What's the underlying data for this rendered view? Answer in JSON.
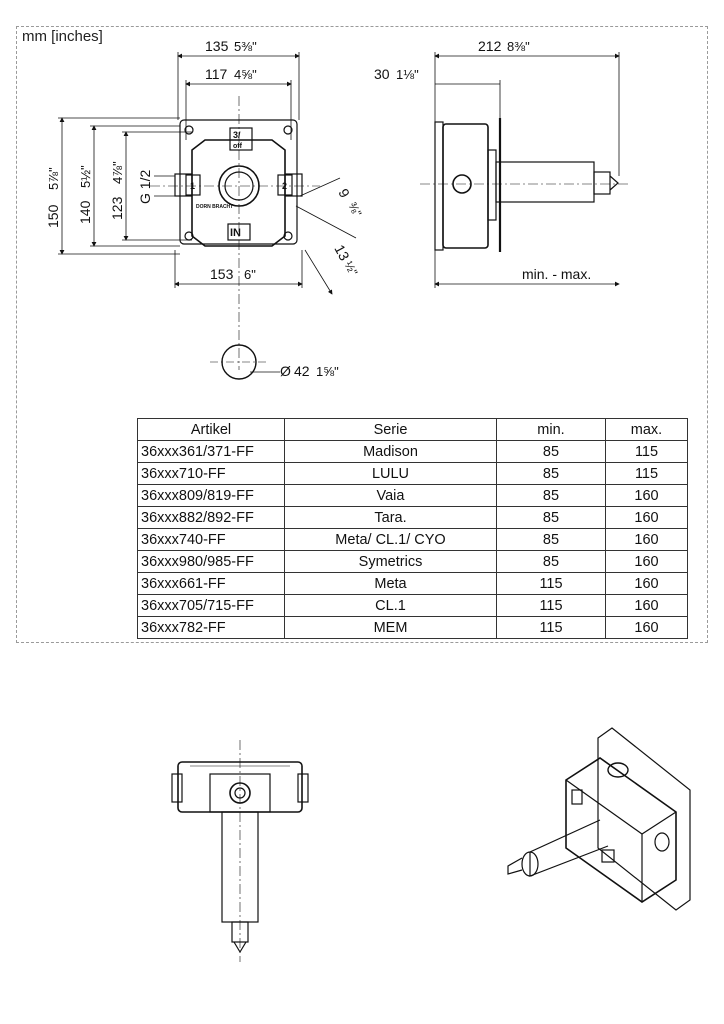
{
  "units_label": "mm [inches]",
  "front_view": {
    "dim_width_outer": "135",
    "dim_width_outer_in": "5⅜\"",
    "dim_width_inner": "117",
    "dim_width_inner_in": "4⅝\"",
    "dim_height_outer": "150",
    "dim_height_outer_in": "5⅞\"",
    "dim_height_mid": "140",
    "dim_height_mid_in": "5½\"",
    "dim_height_inner": "123",
    "dim_height_inner_in": "4⅞\"",
    "dim_thread": "G 1/2",
    "dim_base_width": "153",
    "dim_base_width_in": "6\"",
    "dim_diag_small": "9",
    "dim_diag_small_in": "⅜\"",
    "dim_diag_large": "13",
    "dim_diag_large_in": "½\"",
    "label_top": "3/",
    "label_top_2": "off",
    "label_left": "1",
    "label_right": "2",
    "label_bottom": "IN",
    "label_brand": "DORN BRACHT"
  },
  "side_view": {
    "dim_total": "212",
    "dim_total_in": "8⅜\"",
    "dim_offset": "30",
    "dim_offset_in": "1⅛\"",
    "range_label": "min. - max."
  },
  "circle_detail": {
    "dim_diameter": "42",
    "dim_diameter_in": "1⅝\"",
    "diameter_symbol": "Ø"
  },
  "table": {
    "headers": [
      "Artikel",
      "Serie",
      "min.",
      "max."
    ],
    "rows": [
      [
        "36xxx361/371-FF",
        "Madison",
        "85",
        "115"
      ],
      [
        "36xxx710-FF",
        "LULU",
        "85",
        "115"
      ],
      [
        "36xxx809/819-FF",
        "Vaia",
        "85",
        "160"
      ],
      [
        "36xxx882/892-FF",
        "Tara.",
        "85",
        "160"
      ],
      [
        "36xxx740-FF",
        "Meta/ CL.1/ CYO",
        "85",
        "160"
      ],
      [
        "36xxx980/985-FF",
        "Symetrics",
        "85",
        "160"
      ],
      [
        "36xxx661-FF",
        "Meta",
        "115",
        "160"
      ],
      [
        "36xxx705/715-FF",
        "CL.1",
        "115",
        "160"
      ],
      [
        "36xxx782-FF",
        "MEM",
        "115",
        "160"
      ]
    ]
  }
}
